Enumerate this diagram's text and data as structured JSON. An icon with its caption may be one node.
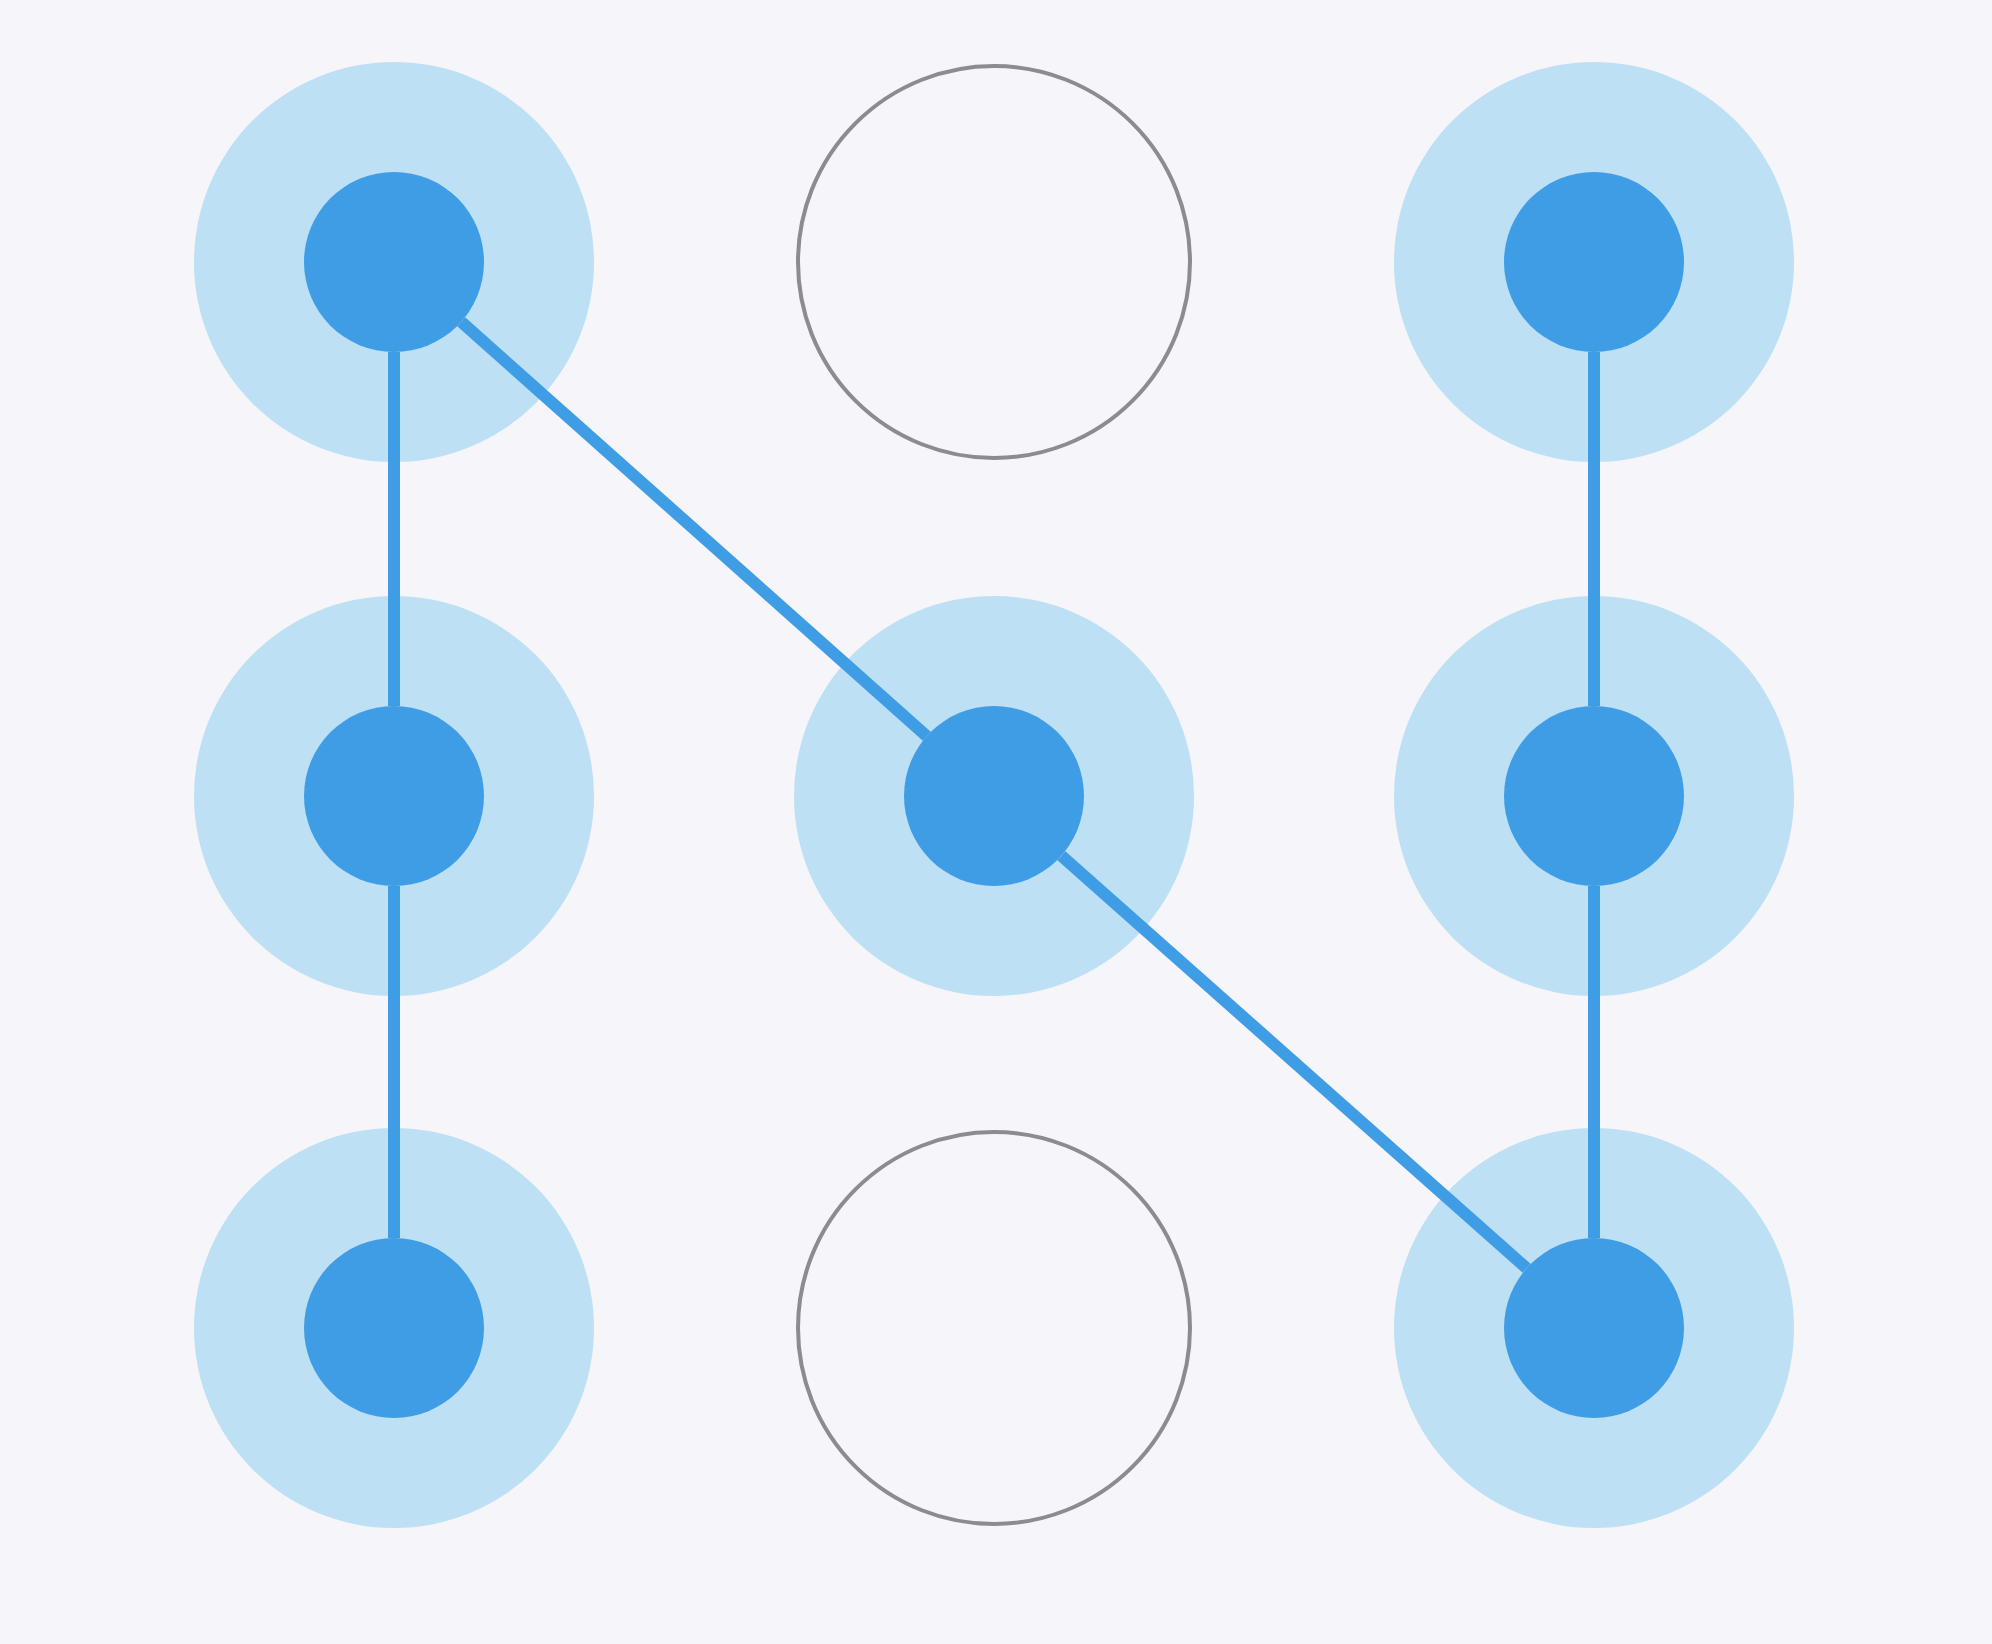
{
  "diagram": {
    "nodes": [
      {
        "text": [],
        "shape": "dot"
      },
      {
        "text": [],
        "shape": "circle"
      },
      {
        "text": [],
        "shape": "dot"
      },
      {
        "text": [],
        "shape": "dot"
      },
      {
        "text": [],
        "shape": "dot"
      },
      {
        "text": [],
        "shape": "dot"
      },
      {
        "text": [],
        "shape": "dot"
      },
      {
        "text": [],
        "shape": "circle"
      },
      {
        "text": [],
        "shape": "dot"
      }
    ],
    "edges": [
      {
        "from": 6,
        "to": 3,
        "arrow": "none"
      },
      {
        "from": 3,
        "to": 0,
        "arrow": "none"
      },
      {
        "from": 0,
        "to": 4,
        "arrow": "none"
      },
      {
        "from": 4,
        "to": 8,
        "arrow": "none"
      },
      {
        "from": 8,
        "to": 5,
        "arrow": "none"
      },
      {
        "from": 5,
        "to": 2,
        "arrow": "none"
      }
    ]
  }
}
